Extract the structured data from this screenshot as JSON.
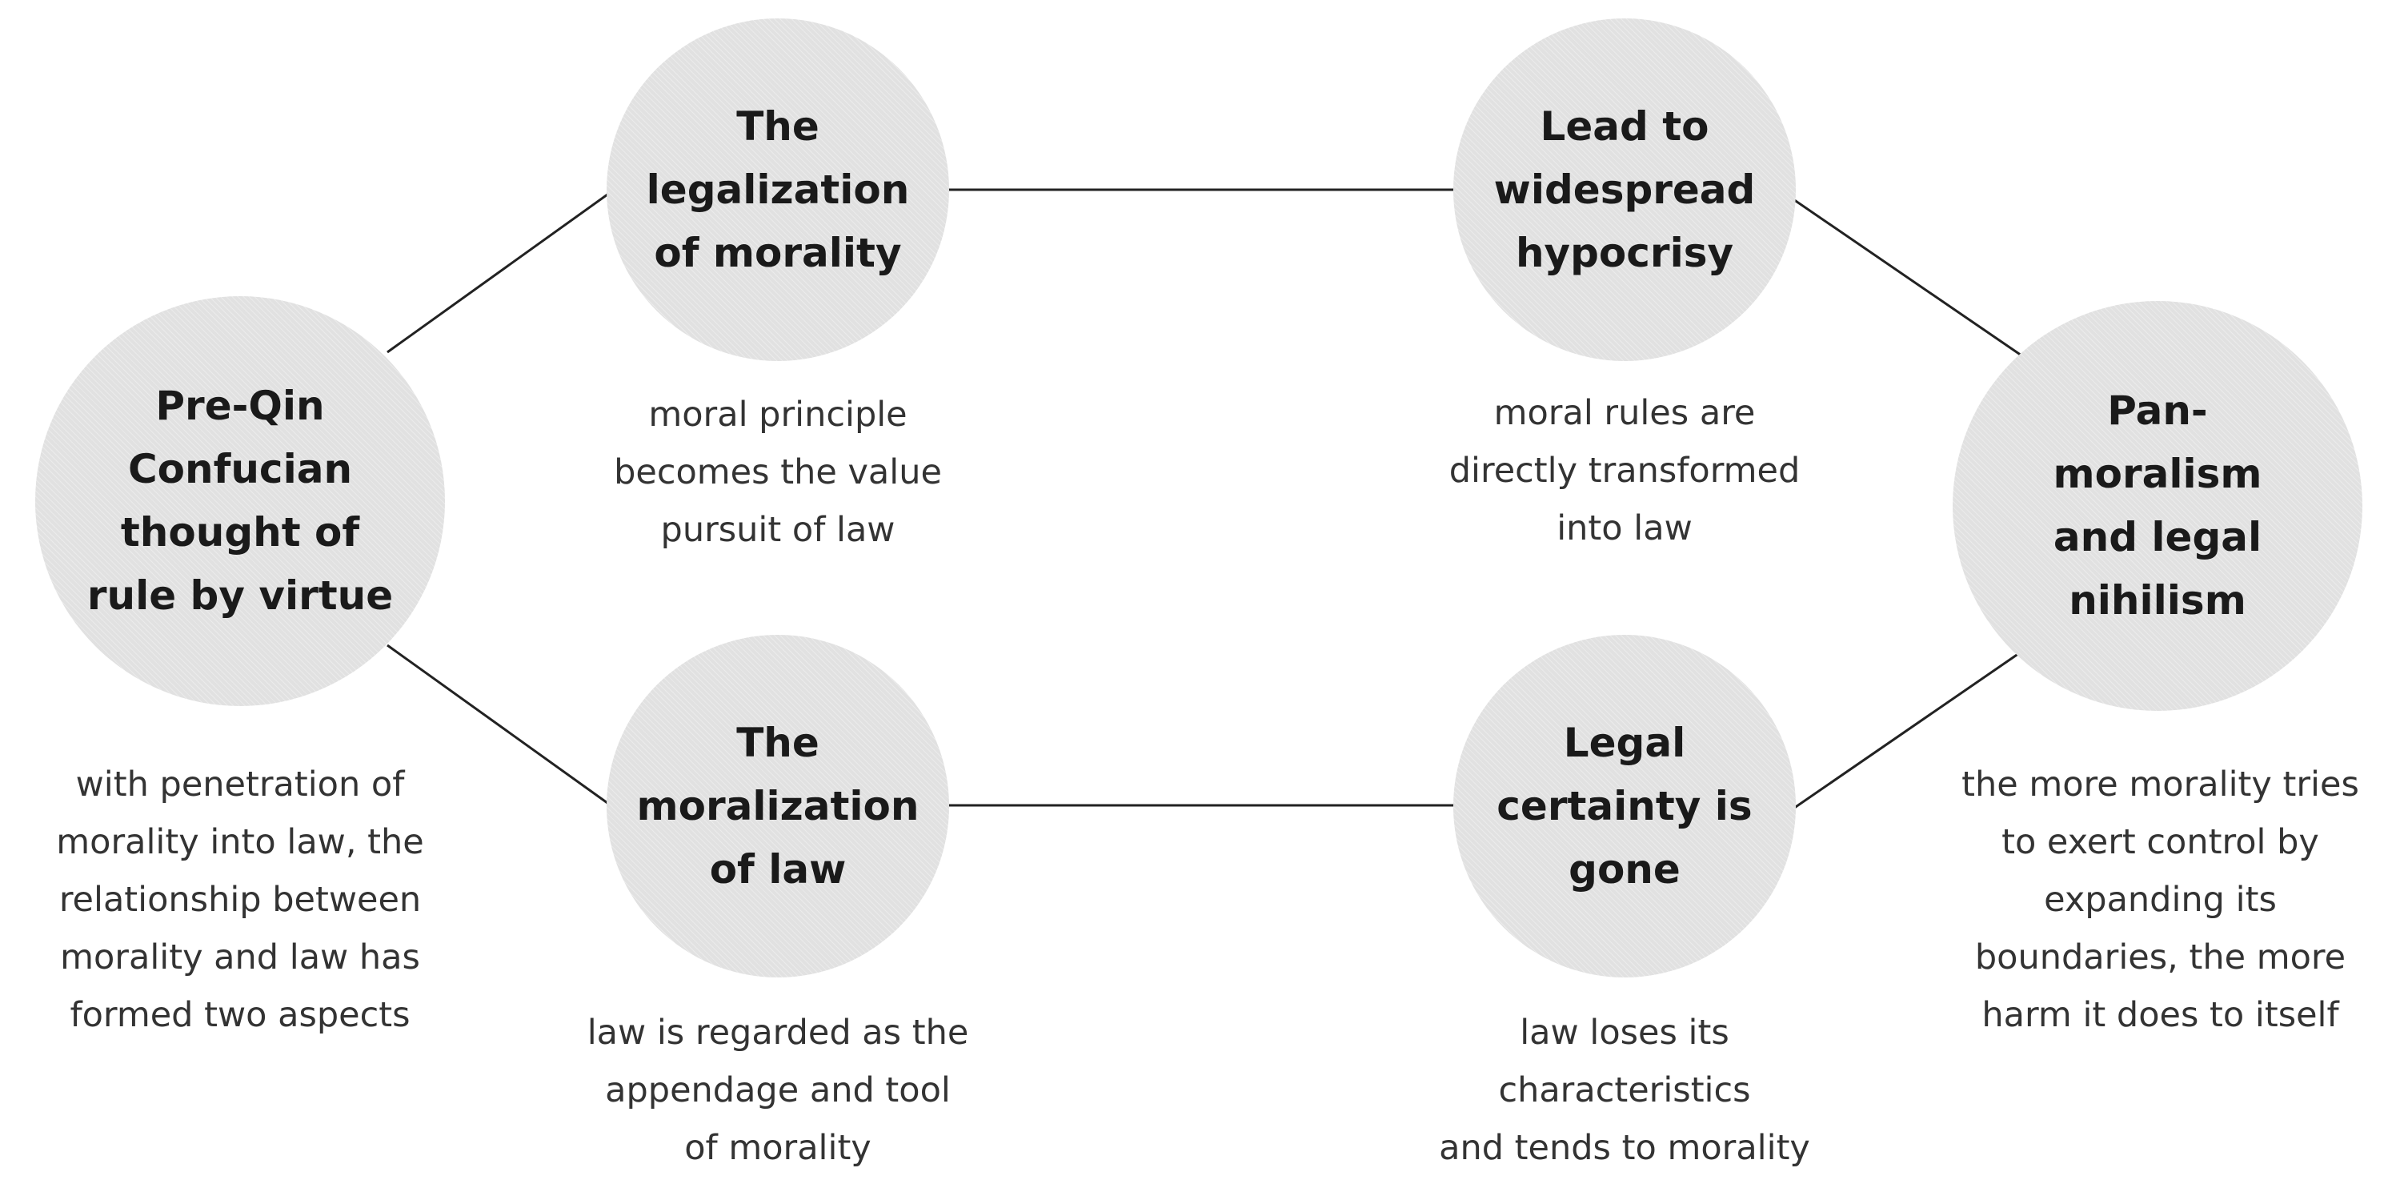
{
  "nodes": {
    "pre_qin": "Pre-Qin\nConfucian\nthought of\nrule by virtue",
    "legalization": "The\nlegalization\nof morality",
    "moralization": "The\nmoralization\nof law",
    "hypocrisy": "Lead to\nwidespread\nhypocrisy",
    "certainty": "Legal\ncertainty is\ngone",
    "pan_moralism": "Pan-\nmoralism\nand legal\nnihilism"
  },
  "notes": {
    "pre_qin": "with penetration of\nmorality into law, the\nrelationship between\nmorality and law has\nformed two aspects",
    "legalization": "moral principle\nbecomes the value\npursuit of law",
    "moralization": "law is regarded as the\nappendage and tool\nof morality",
    "hypocrisy": "moral rules are\ndirectly transformed\ninto law",
    "certainty": "law loses its\ncharacteristics\nand tends to morality",
    "pan_moralism": "the more morality tries\nto exert control by\nexpanding its\nboundaries, the more\nharm it does to itself"
  },
  "colors": {
    "node_fill": "#e1e1e1",
    "line": "#222222",
    "node_text": "#1a1a1a",
    "note_text": "#333333"
  }
}
